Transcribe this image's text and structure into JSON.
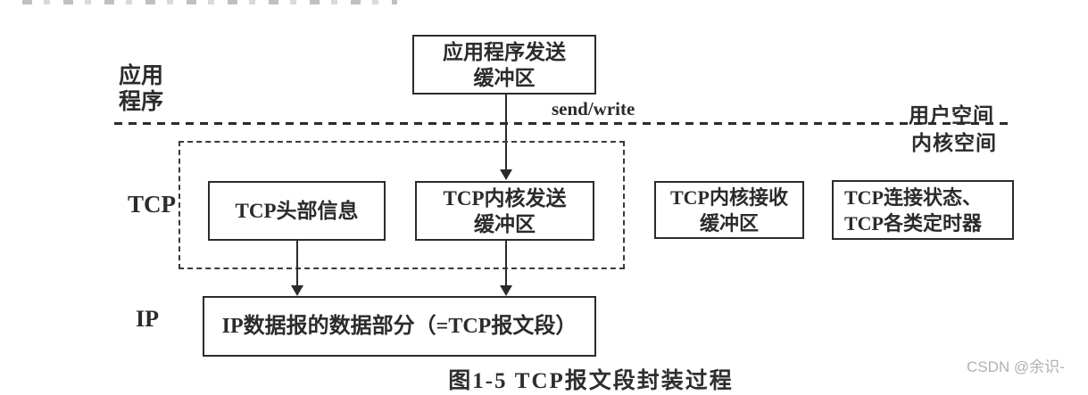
{
  "diagram": {
    "labels": {
      "application": "应用\n程序",
      "tcp": "TCP",
      "ip": "IP",
      "send_write": "send/write",
      "user_space": "用户空间",
      "kernel_space": "内核空间"
    },
    "boxes": {
      "app_send_buffer": {
        "line1": "应用程序发送",
        "line2": "缓冲区"
      },
      "tcp_header": {
        "line1": "TCP头部信息"
      },
      "tcp_kernel_send_buffer": {
        "line1": "TCP内核发送",
        "line2": "缓冲区"
      },
      "tcp_kernel_recv_buffer": {
        "line1": "TCP内核接收",
        "line2": "缓冲区"
      },
      "tcp_state_timers": {
        "line1": "TCP连接状态、",
        "line2": "TCP各类定时器"
      },
      "ip_datagram": {
        "line1": "IP数据报的数据部分（=TCP报文段）"
      }
    },
    "caption": "图1-5 TCP报文段封装过程",
    "watermark": "CSDN @余识-"
  }
}
